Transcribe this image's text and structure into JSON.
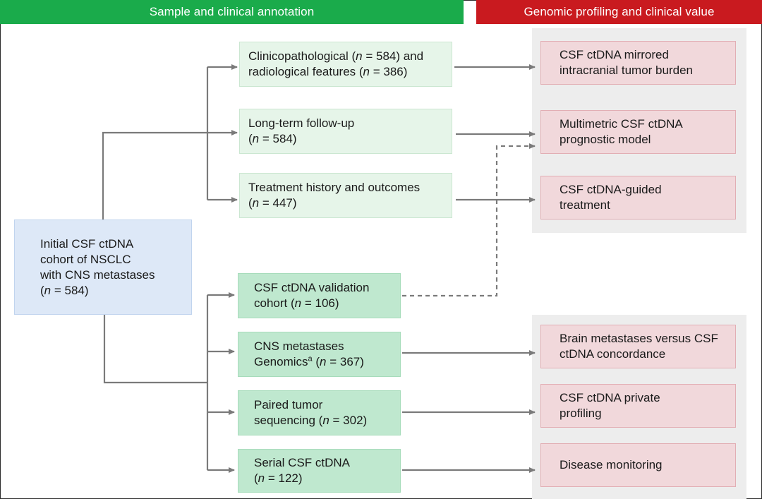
{
  "banners": {
    "left": "Sample and clinical annotation",
    "right": "Genomic profiling and clinical value"
  },
  "initial": {
    "lines": [
      "Initial CSF ctDNA",
      "cohort of NSCLC",
      "with CNS metastases"
    ],
    "n_prefix": "(",
    "n_var": "n",
    "n_suffix": " = 584)"
  },
  "clinical": [
    {
      "l1_a": "Clinicopathological (",
      "l1_var": "n",
      "l1_b": " = 584) and",
      "l2_a": "radiological features (",
      "l2_var": "n",
      "l2_b": " = 386)"
    },
    {
      "l1": "Long-term follow-up",
      "l2_a": "(",
      "l2_var": "n",
      "l2_b": " = 584)"
    },
    {
      "l1": "Treatment history and outcomes",
      "l2_a": "(",
      "l2_var": "n",
      "l2_b": " = 447)"
    }
  ],
  "genomic": [
    {
      "l1": "CSF ctDNA validation",
      "l2_a": "cohort (",
      "l2_var": "n",
      "l2_b": " = 106)"
    },
    {
      "l1": "CNS metastases",
      "l2_a": "Genomics",
      "l2_sup": "a",
      "l2_b": " (",
      "l2_var": "n",
      "l2_c": " = 367)"
    },
    {
      "l1": "Paired tumor",
      "l2_a": "sequencing (",
      "l2_var": "n",
      "l2_b": " = 302)"
    },
    {
      "l1": "Serial CSF ctDNA",
      "l2_a": "(",
      "l2_var": "n",
      "l2_b": " = 122)"
    }
  ],
  "outcomes": {
    "top": [
      [
        "CSF ctDNA mirrored",
        "intracranial tumor burden"
      ],
      [
        "Multimetric CSF ctDNA",
        "prognostic model"
      ],
      [
        "CSF ctDNA-guided",
        "treatment"
      ]
    ],
    "bottom": [
      [
        "Brain metastases versus CSF",
        "ctDNA concordance"
      ],
      [
        "CSF ctDNA private",
        "profiling"
      ],
      [
        "Disease monitoring"
      ]
    ]
  },
  "colors": {
    "banner_left": "#1aab4b",
    "banner_right": "#c91a1f",
    "connector": "#7a7a7a"
  }
}
